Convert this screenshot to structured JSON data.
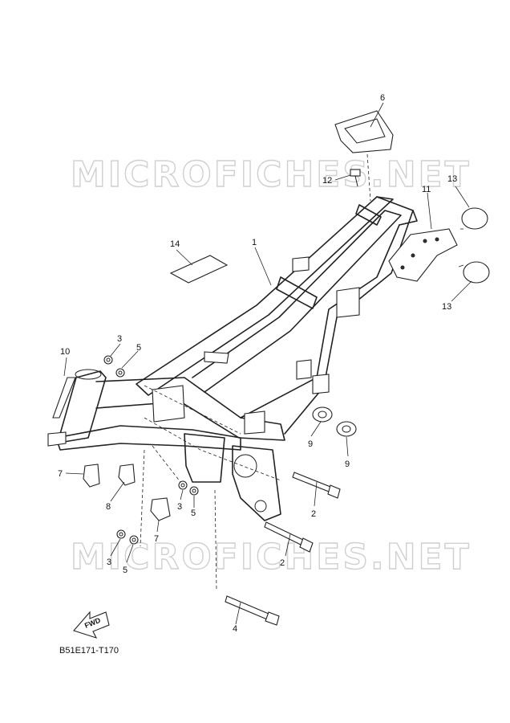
{
  "watermark": {
    "text": "MICROFICHES.NET"
  },
  "diagram_code": "B51E171-T170",
  "fwd_label": "FWD",
  "callouts": {
    "c1": "1",
    "c2a": "2",
    "c2b": "2",
    "c3a": "3",
    "c3b": "3",
    "c3c": "3",
    "c4": "4",
    "c5a": "5",
    "c5b": "5",
    "c5c": "5",
    "c6": "6",
    "c7a": "7",
    "c7b": "7",
    "c8": "8",
    "c9a": "9",
    "c9b": "9",
    "c10": "10",
    "c11": "11",
    "c12": "12",
    "c13a": "13",
    "c13b": "13",
    "c14": "14"
  }
}
